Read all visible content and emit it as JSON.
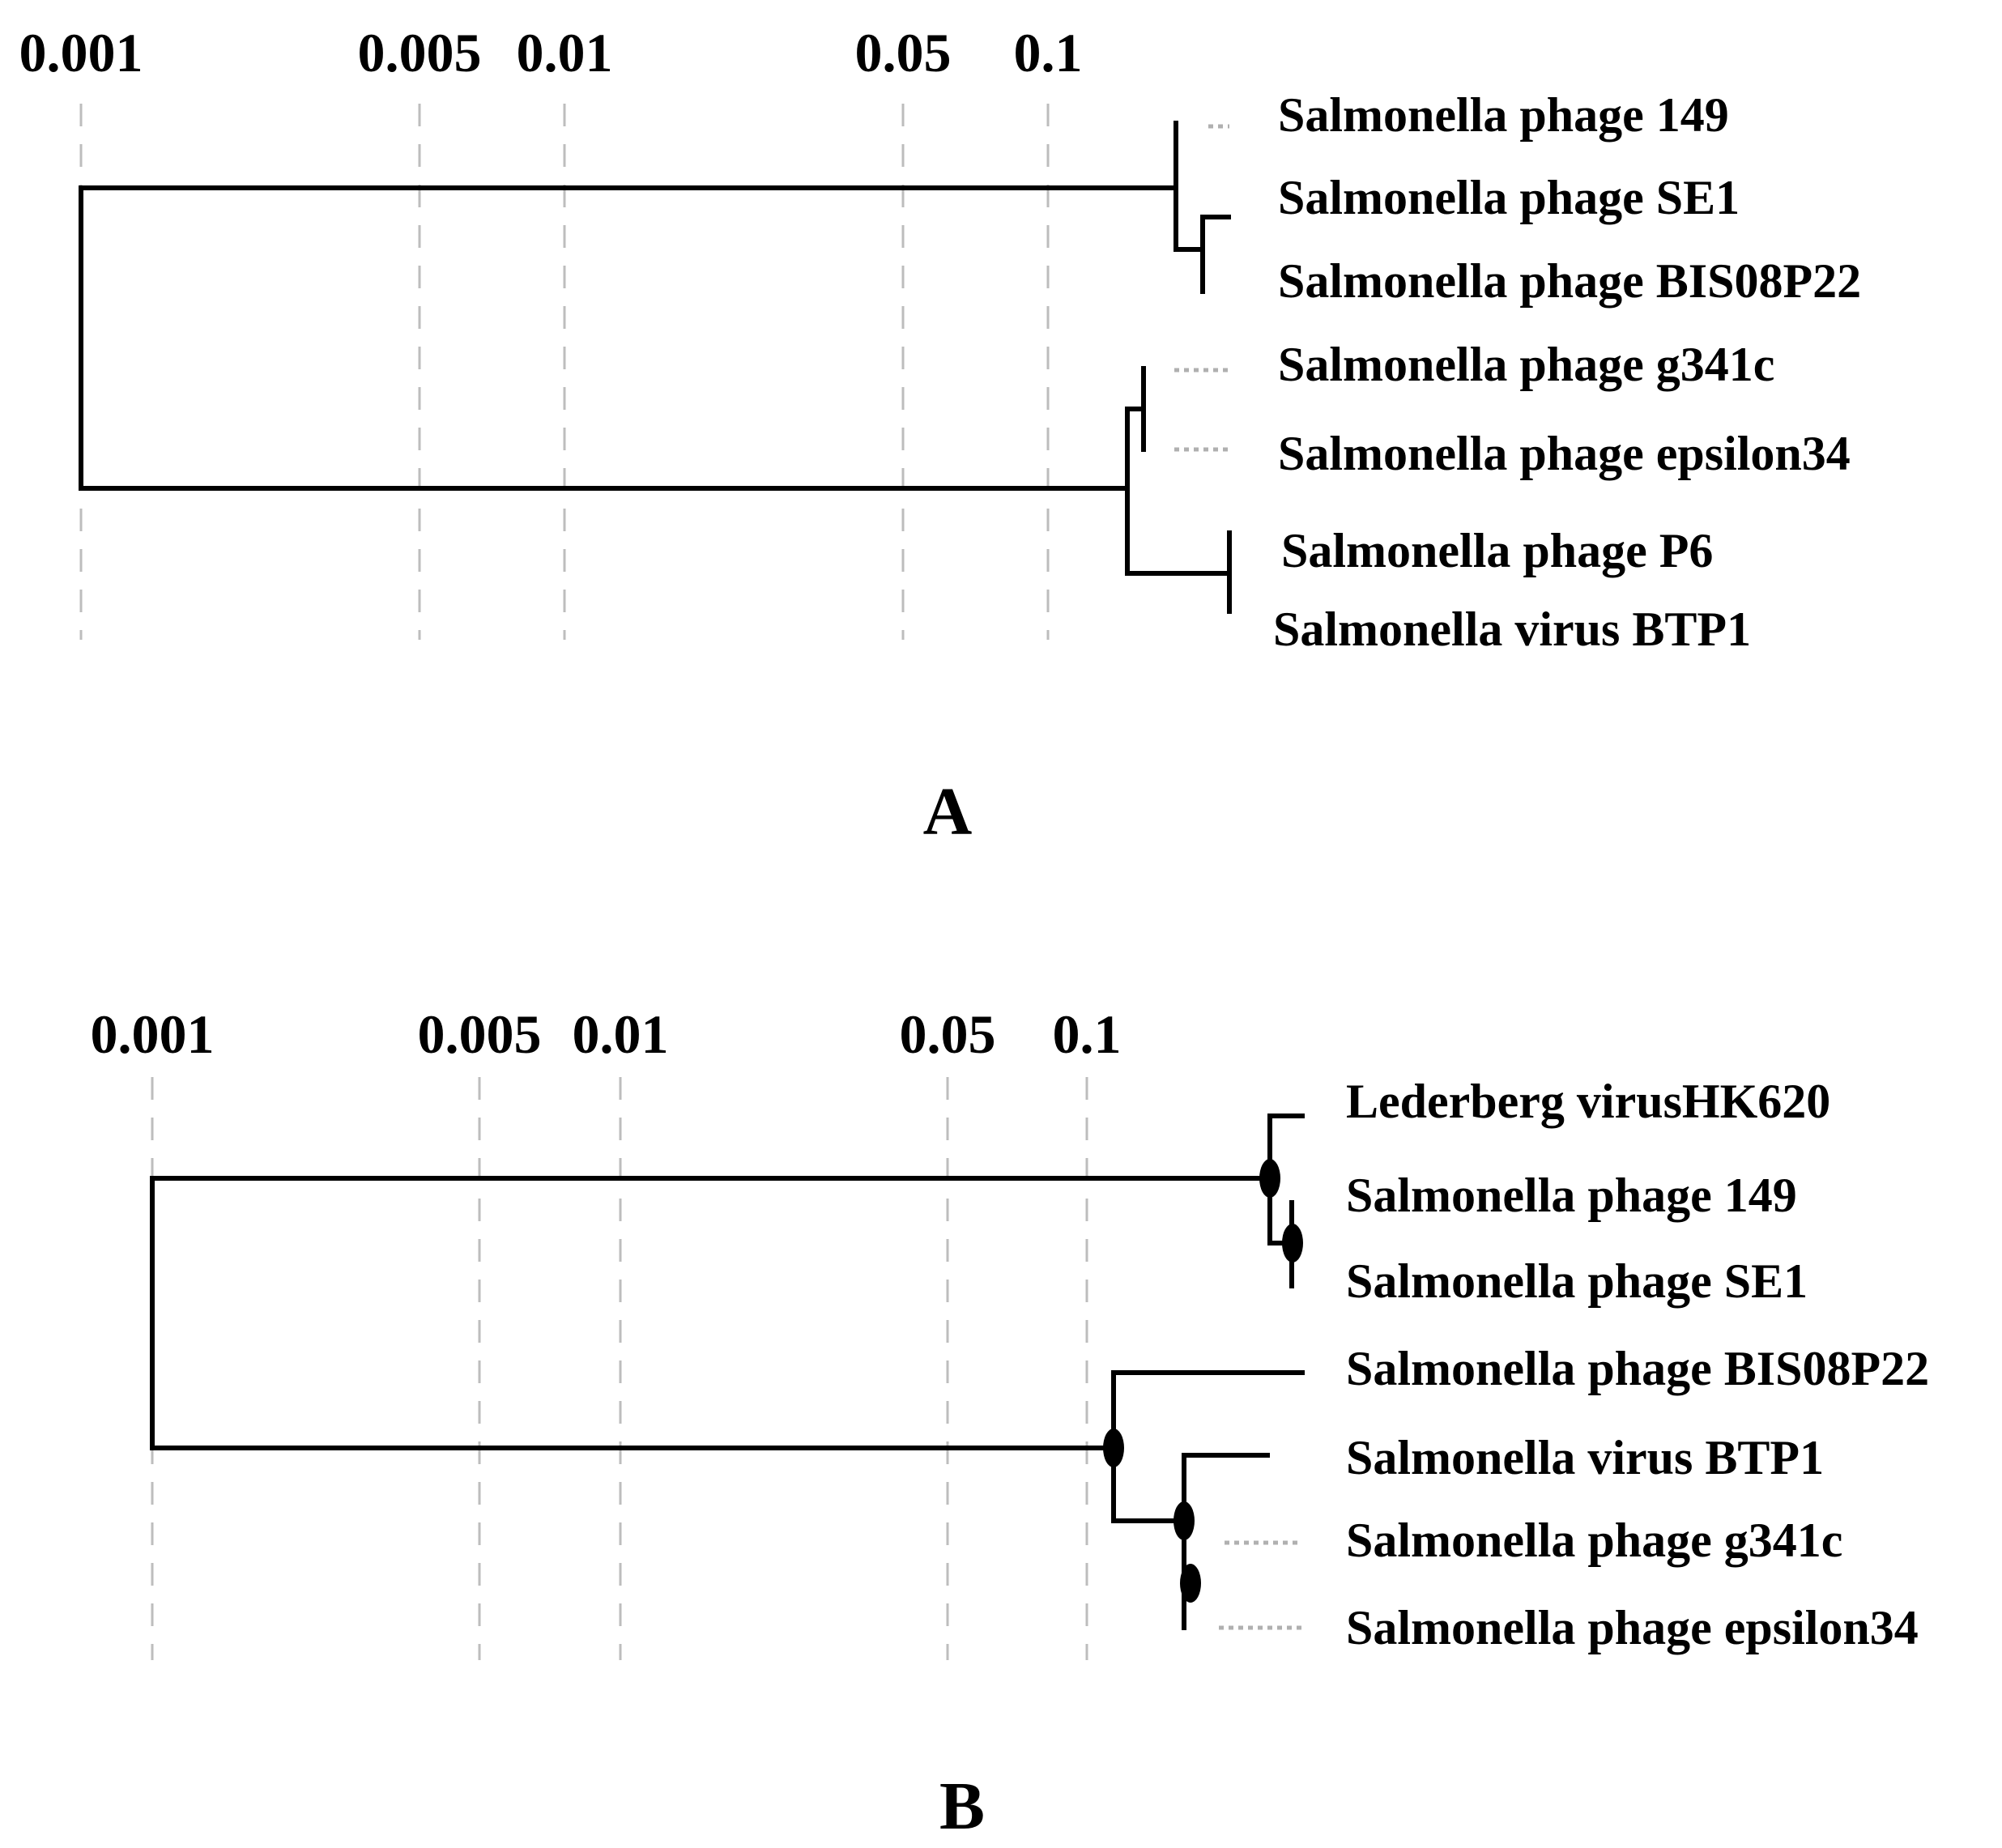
{
  "panels": [
    {
      "label": "A",
      "ticks": [
        "0.001",
        "0.005",
        "0.01",
        "0.05",
        "0.1"
      ],
      "leaves": [
        "Salmonella phage 149",
        "Salmonella phage SE1",
        "Salmonella phage BIS08P22",
        "Salmonella phage g341c",
        "Salmonella phage epsilon34",
        "Salmonella phage P6",
        "Salmonella virus BTP1"
      ]
    },
    {
      "label": "B",
      "ticks": [
        "0.001",
        "0.005",
        "0.01",
        "0.05",
        "0.1"
      ],
      "leaves": [
        "Lederberg virusHK620",
        "Salmonella phage 149",
        "Salmonella phage SE1",
        "Salmonella phage BIS08P22",
        "Salmonella virus BTP1",
        "Salmonella phage g341c",
        "Salmonella phage epsilon34"
      ]
    }
  ]
}
